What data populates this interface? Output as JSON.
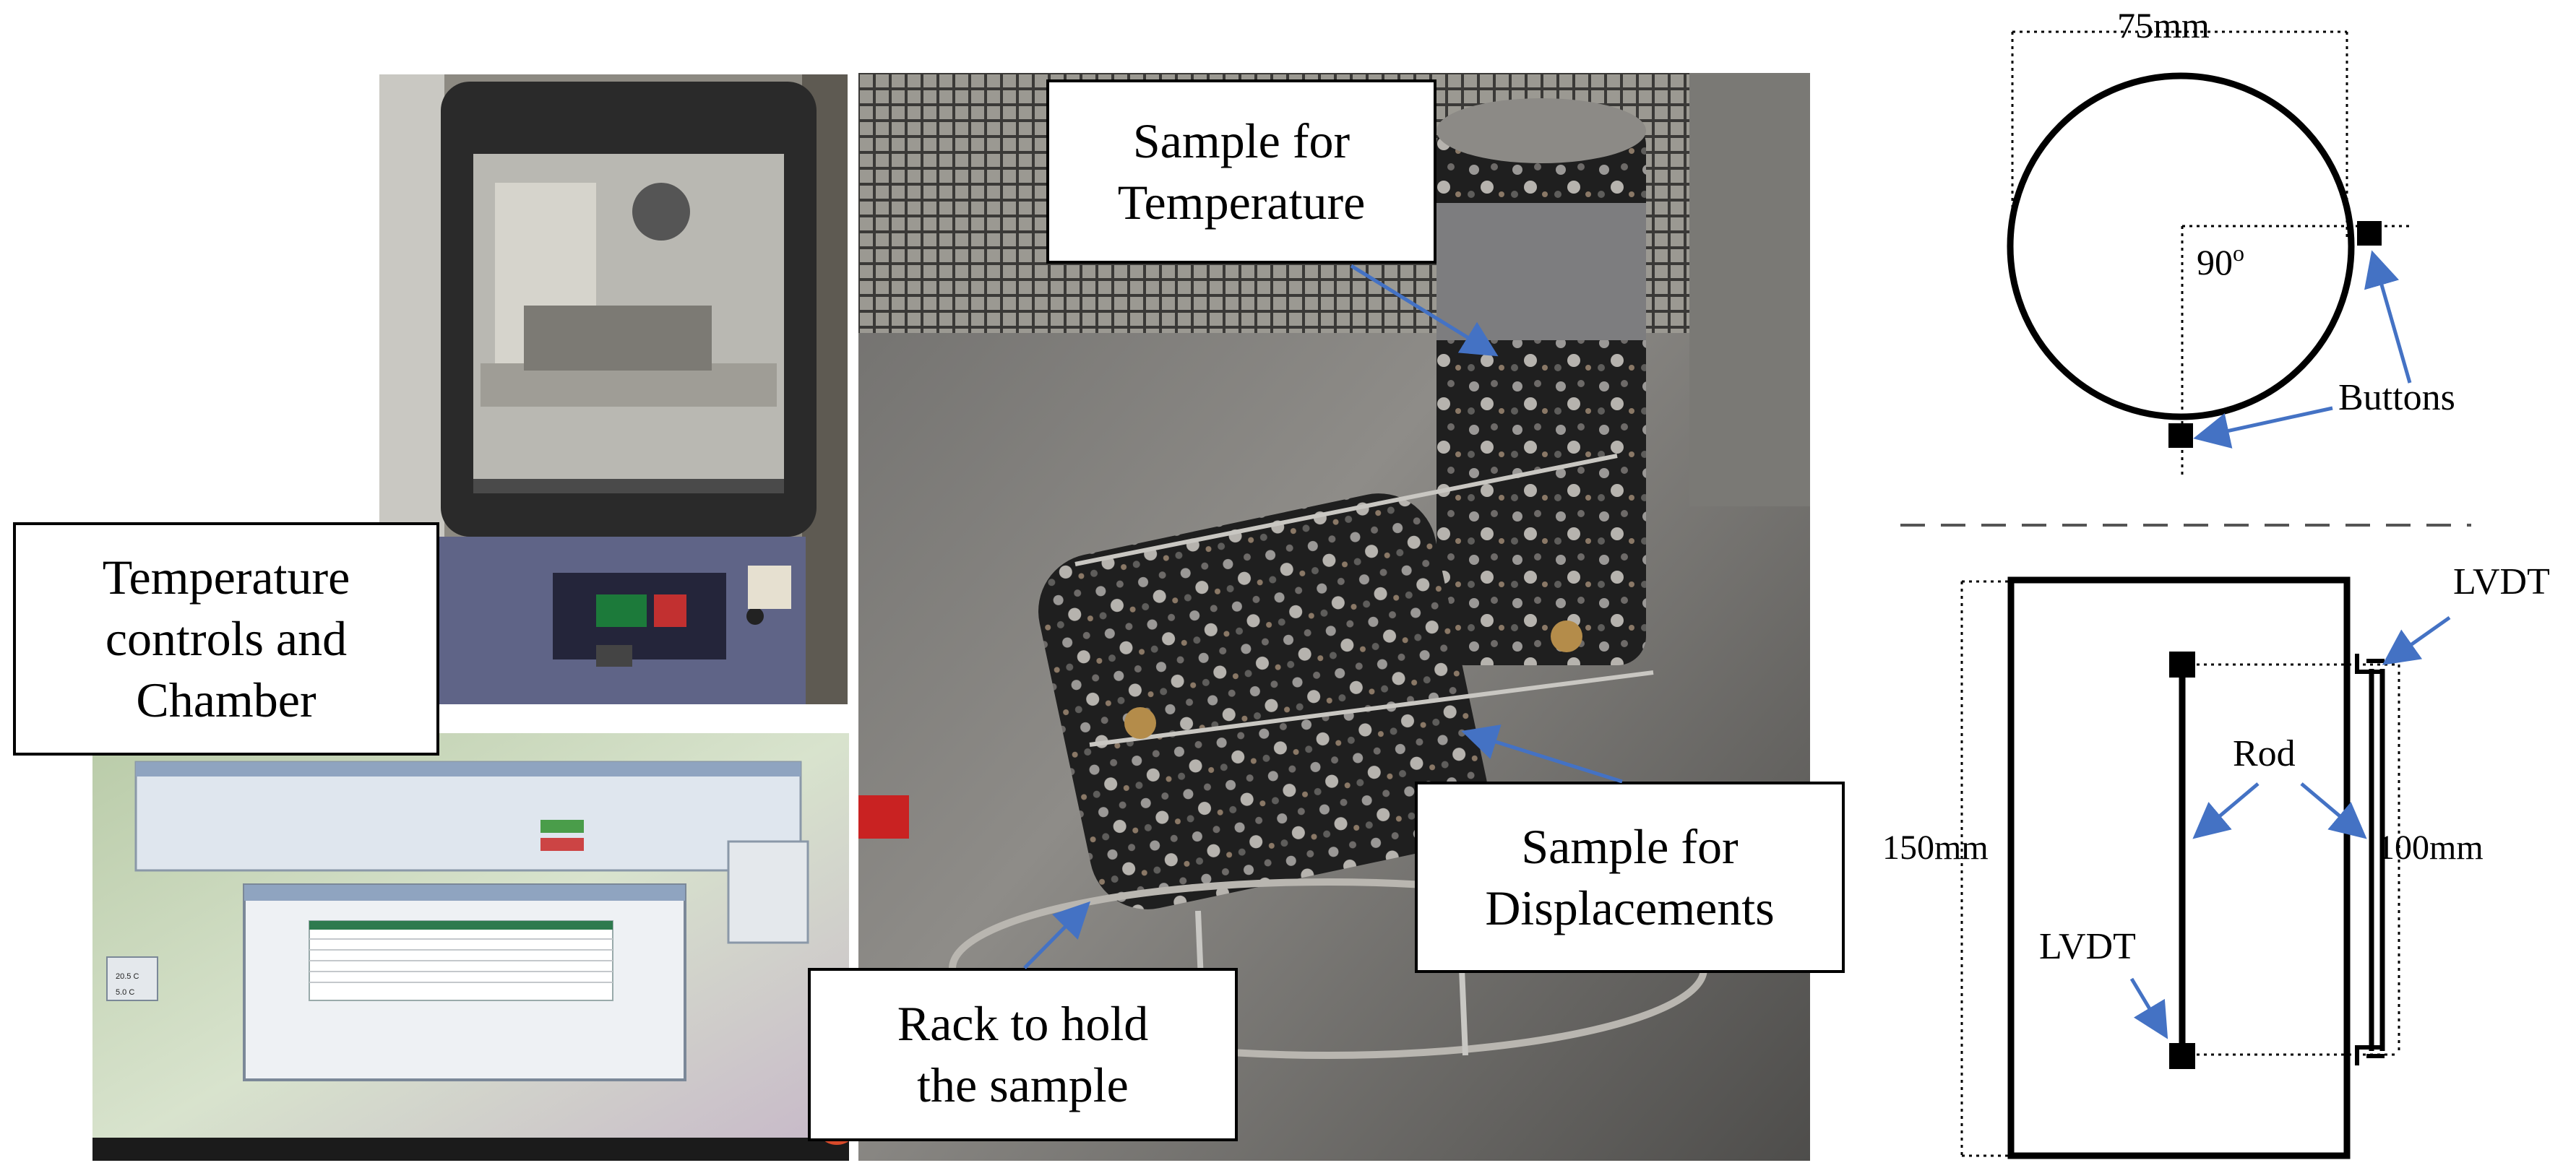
{
  "callouts": {
    "temperature_controls": [
      "Temperature",
      "controls and",
      "Chamber"
    ],
    "sample_temperature": [
      "Sample for",
      "Temperature"
    ],
    "sample_displacements": [
      "Sample for",
      "Displacements"
    ],
    "rack": [
      "Rack to hold",
      "the sample"
    ]
  },
  "diagram": {
    "top_view": {
      "diameter": "75mm",
      "angle": "90",
      "angle_unit": "o",
      "buttons": "Buttons"
    },
    "side_view": {
      "lvdt_top": "LVDT",
      "rod": "Rod",
      "height": "150mm",
      "gauge_length": "100mm",
      "lvdt_bottom": "LVDT"
    }
  },
  "screen": {
    "readout_1": "20.5 C",
    "readout_2": "5.0 C"
  },
  "colors": {
    "arrow": "#4472C4",
    "outline": "#000000",
    "dotted": "#000000"
  }
}
